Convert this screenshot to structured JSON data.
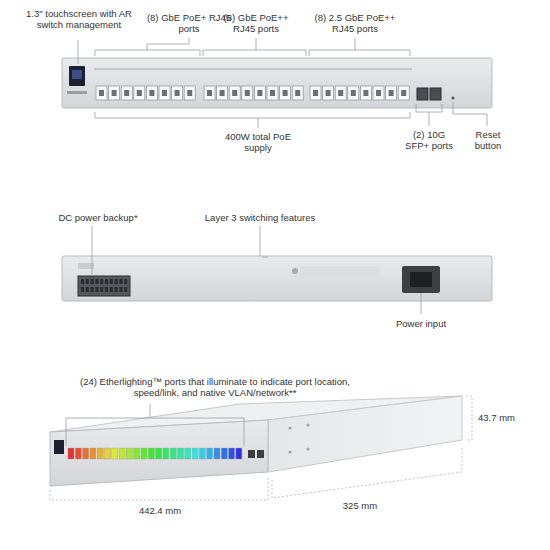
{
  "diagram": {
    "labels": [
      "1.3\" touchscreen with AR switch management",
      "(8) GbE PoE+ RJ45 ports",
      "(8) GbE PoE++ RJ45 ports",
      "(8) 2.5 GbE PoE++ RJ45 ports",
      "400W total PoE supply",
      "(2) 10G SFP+ ports",
      "Reset button",
      "DC power backup*",
      "Layer 3 switching features",
      "Power input",
      "(24) Etherlighting™ ports that illuminate to indicate port location, speed/link, and native VLAN/network**",
      "43.7 mm",
      "442.4 mm",
      "325 mm"
    ]
  }
}
